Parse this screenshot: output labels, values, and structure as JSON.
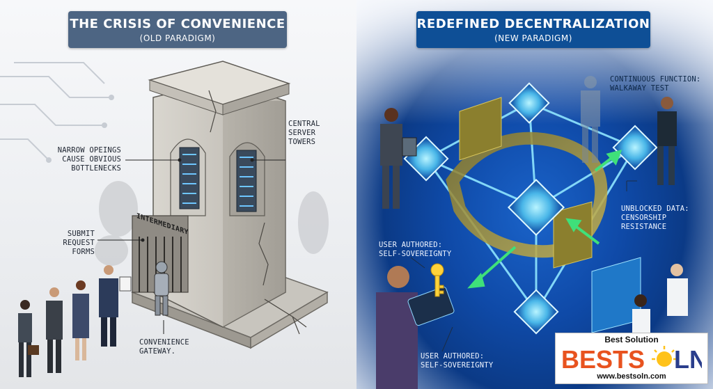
{
  "left": {
    "title": "THE CRISIS OF CONVENIENCE",
    "subtitle": "(OLD PARADIGM)",
    "labels": {
      "bottlenecks": "NARROW OPEINGS\nCAUSE OBVIOUS\nBOTTLENECKS",
      "servers": "CENTRAL\nSERVER\nTOWERS",
      "forms": "SUBMIT\nREQUEST\nFORMS",
      "gateway": "CONVENIENCE\nGATEWAY."
    },
    "sign": "INTERMEDIARY"
  },
  "right": {
    "title": "REDEFINED DECENTRALIZATION",
    "subtitle": "(NEW PARADIGM)",
    "labels": {
      "walkaway": "CONTINUOUS FUNCTION:\nWALKAWAY TEST",
      "censorship": "UNBLOCKED DATA:\nCENSORSHIP\nRESISTANCE",
      "sovereignty_top": "USER AUTHORED:\nSELF-SOVEREIGNTY",
      "sovereignty_bottom": "USER AUTHORED:\nSELF-SOVEREIGNTY"
    }
  },
  "logo": {
    "tagline": "Best Solution",
    "word_left": "BESTS",
    "word_right": "LN",
    "url": "www.bestsoln.com"
  },
  "colors": {
    "left_title_bg": "#4d6583",
    "right_title_bg": "#0e4f96",
    "logo_orange": "#e8531f",
    "logo_blue": "#2a3e8c",
    "node_glow": "#7fe3ff"
  }
}
